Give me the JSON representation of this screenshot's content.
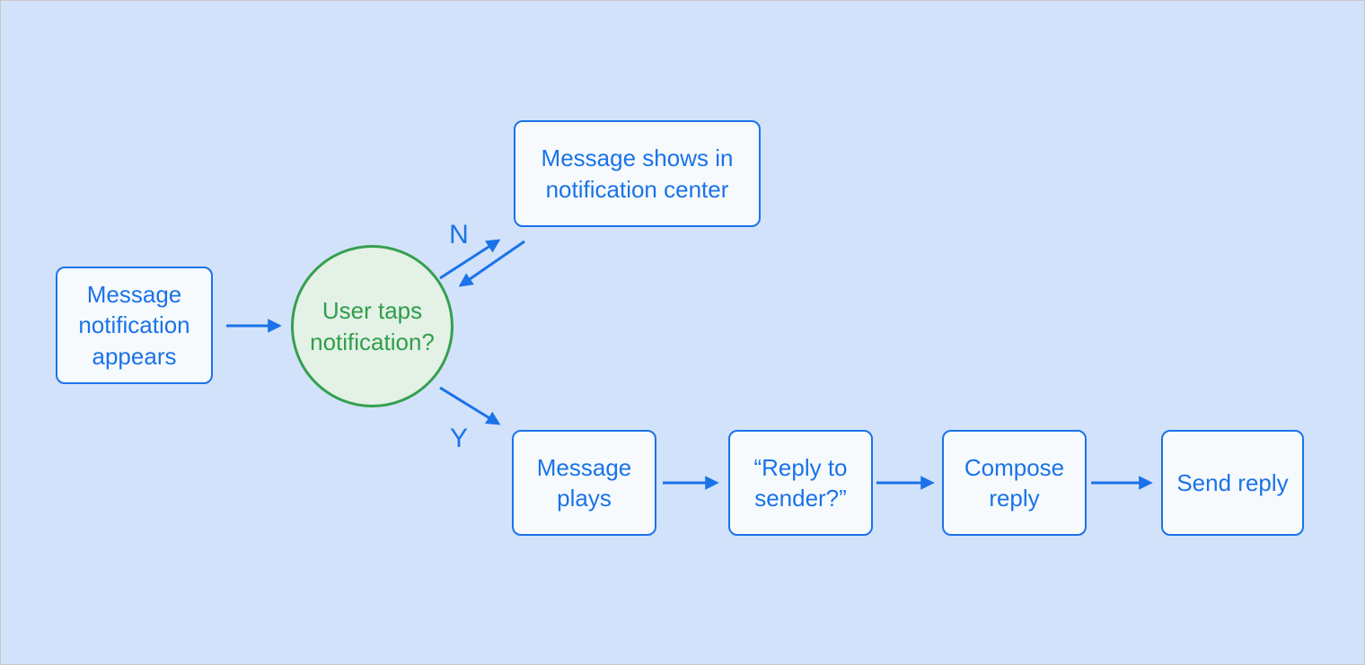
{
  "diagram": {
    "type": "flowchart",
    "nodes": {
      "start": {
        "label": "Message notification appears",
        "shape": "rounded-rectangle"
      },
      "decision": {
        "label": "User taps notification?",
        "shape": "circle"
      },
      "notification_center": {
        "label": "Message shows in notification center",
        "shape": "rounded-rectangle"
      },
      "message_plays": {
        "label": "Message plays",
        "shape": "rounded-rectangle"
      },
      "reply_to_sender": {
        "label": "“Reply to sender?”",
        "shape": "rounded-rectangle"
      },
      "compose_reply": {
        "label": "Compose reply",
        "shape": "rounded-rectangle"
      },
      "send_reply": {
        "label": "Send reply",
        "shape": "rounded-rectangle"
      }
    },
    "edge_labels": {
      "no": "N",
      "yes": "Y"
    },
    "edges": [
      {
        "from": "start",
        "to": "decision",
        "label": ""
      },
      {
        "from": "decision",
        "to": "notification_center",
        "label": "N"
      },
      {
        "from": "notification_center",
        "to": "decision",
        "label": ""
      },
      {
        "from": "decision",
        "to": "message_plays",
        "label": "Y"
      },
      {
        "from": "message_plays",
        "to": "reply_to_sender",
        "label": ""
      },
      {
        "from": "reply_to_sender",
        "to": "compose_reply",
        "label": ""
      },
      {
        "from": "compose_reply",
        "to": "send_reply",
        "label": ""
      }
    ],
    "colors": {
      "background": "#d3e2fb",
      "process_fill": "#f7fafd",
      "process_border": "#1a73e8",
      "process_text": "#1a73e8",
      "decision_fill": "#e4f1e6",
      "decision_border": "#34a04e",
      "decision_text": "#2f9e4a",
      "arrow": "#1a73e8",
      "edge_label_text": "#1a73e8"
    }
  }
}
